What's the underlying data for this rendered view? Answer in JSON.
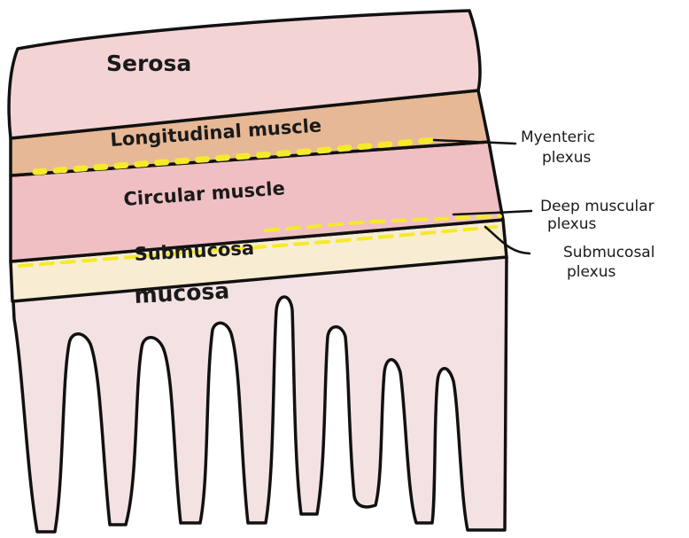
{
  "layers": {
    "serosa": "Serosa",
    "longitudinal": "Longitudinal muscle",
    "circular": "Circular muscle",
    "submucosa": "Submucosa",
    "mucosa": "mucosa"
  },
  "annotations": {
    "myenteric_line1": "Myenteric",
    "myenteric_line2": "plexus",
    "deep_line1": "Deep muscular",
    "deep_line2": "plexus",
    "submucosal_line1": "Submucosal",
    "submucosal_line2": "plexus"
  },
  "colors": {
    "serosa": "#f4d3d5",
    "longitudinal": "#e6b896",
    "circular": "#f0bfc3",
    "submucosa": "#f8ecd2",
    "mucosa": "#f4e2e3",
    "plexus": "#f4ea2a"
  }
}
